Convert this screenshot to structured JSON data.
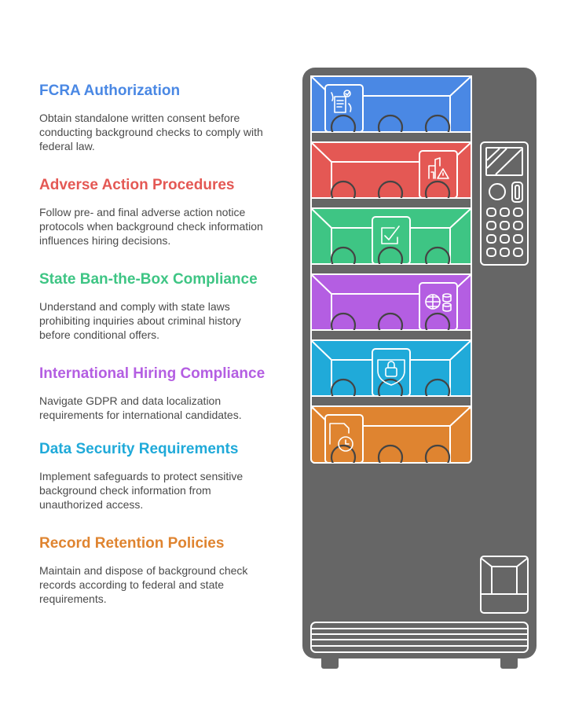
{
  "items": [
    {
      "title": "FCRA Authorization",
      "description": "Obtain standalone written consent before conducting background checks to comply with federal law.",
      "color": "#4a88e4",
      "icon": "signed-document-icon",
      "icon_slot": "left"
    },
    {
      "title": "Adverse Action Procedures",
      "description": "Follow pre- and final adverse action notice protocols when background check information influences hiring decisions.",
      "color": "#e45854",
      "icon": "building-warning-icon",
      "icon_slot": "right"
    },
    {
      "title": "State Ban-the-Box Compliance",
      "description": "Understand and comply with state laws prohibiting inquiries about criminal history before conditional offers.",
      "color": "#3ec584",
      "icon": "checkbox-icon",
      "icon_slot": "center"
    },
    {
      "title": "International Hiring Compliance",
      "description": "Navigate GDPR and data localization requirements for international candidates.",
      "color": "#b45ee2",
      "icon": "globe-database-icon",
      "icon_slot": "right"
    },
    {
      "title": "Data Security Requirements",
      "description": "Implement safeguards to protect sensitive background check information from unauthorized access.",
      "color": "#20aad9",
      "icon": "shield-lock-icon",
      "icon_slot": "center"
    },
    {
      "title": "Record Retention Policies",
      "description": "Maintain and dispose of background check records according to federal and state requirements.",
      "color": "#df8430",
      "icon": "document-clock-icon",
      "icon_slot": "left"
    }
  ],
  "machine_color": "#666666"
}
